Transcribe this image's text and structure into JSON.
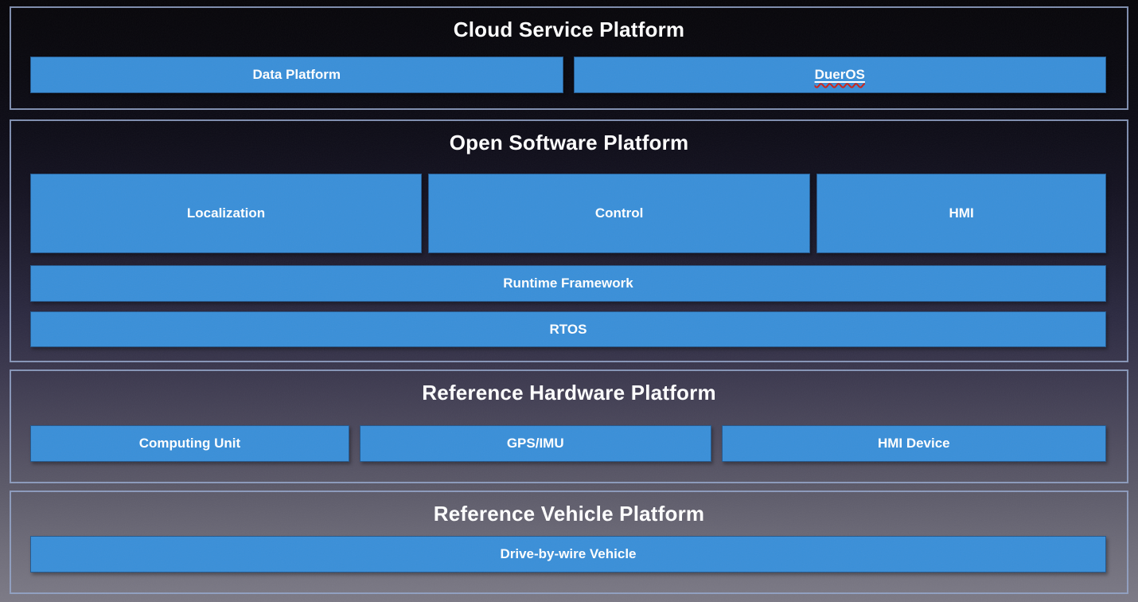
{
  "colors": {
    "box_blue": "#3A8FD8",
    "section_border": "#94A6CA",
    "title_text": "#FFFFFF",
    "box_label_text": "#FFFFFF",
    "spellcheck_squiggle_red": "#CF2318",
    "background_top": "#060509",
    "background_bottom": "#7C7A86"
  },
  "sections": {
    "cloud": {
      "title": "Cloud Service Platform",
      "boxes": [
        "Data Platform",
        "DuerOS"
      ]
    },
    "software": {
      "title": "Open Software Platform",
      "modules": [
        "Localization",
        "Control",
        "HMI"
      ],
      "bars": [
        "Runtime Framework",
        "RTOS"
      ]
    },
    "hardware": {
      "title": "Reference Hardware Platform",
      "boxes": [
        "Computing Unit",
        "GPS/IMU",
        "HMI Device"
      ]
    },
    "vehicle": {
      "title": "Reference Vehicle Platform",
      "boxes": [
        "Drive-by-wire Vehicle"
      ]
    }
  }
}
